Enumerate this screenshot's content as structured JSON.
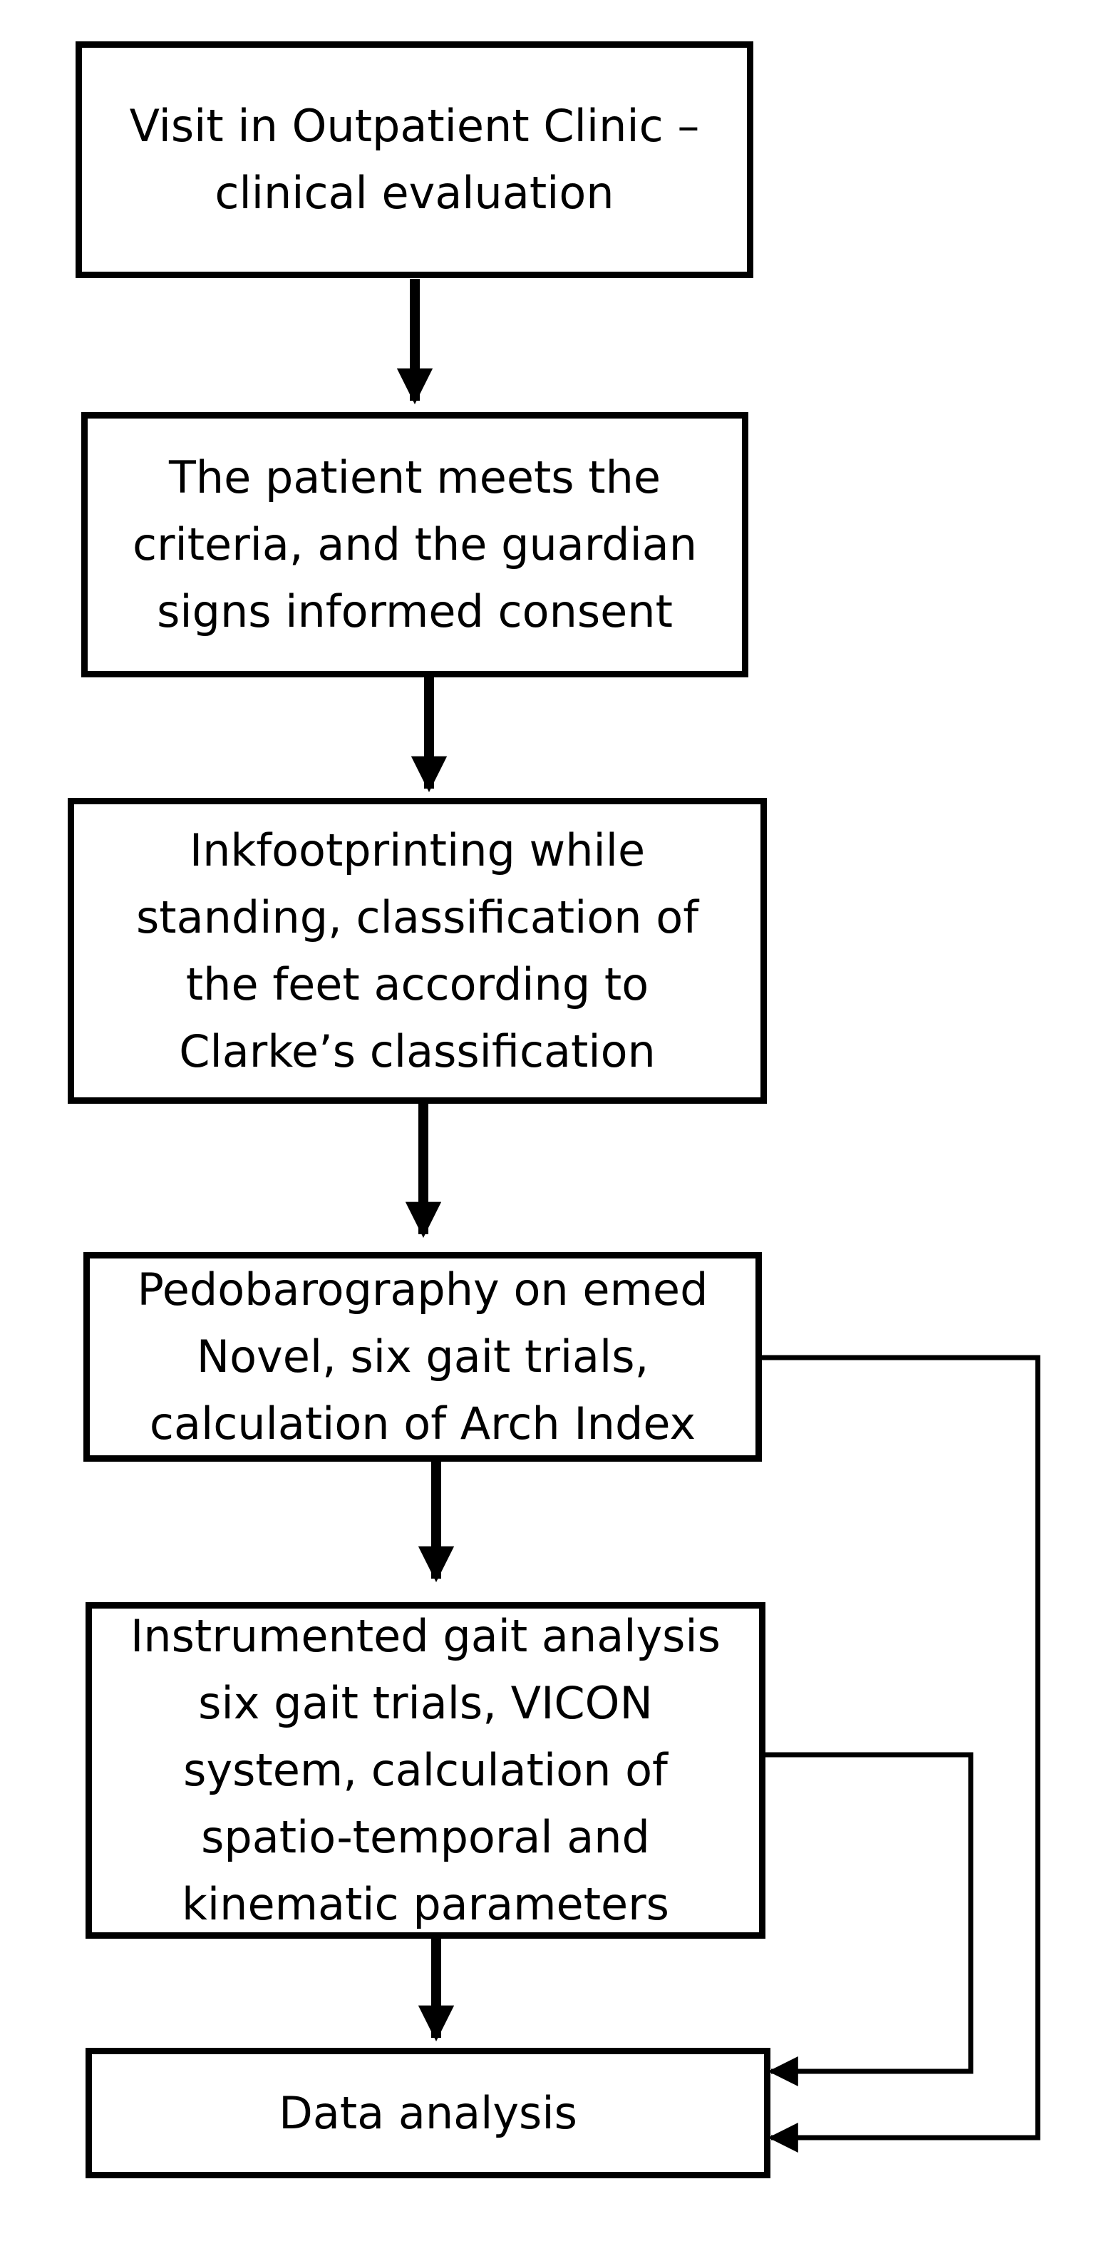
{
  "diagram": {
    "type": "flowchart",
    "steps": [
      {
        "id": "visit",
        "lines": [
          "Visit in Outpatient Clinic –",
          "clinical evaluation"
        ]
      },
      {
        "id": "criteria",
        "lines": [
          "The patient meets the",
          "criteria, and the guardian",
          "signs informed consent"
        ]
      },
      {
        "id": "inkfootprinting",
        "lines": [
          "Inkfootprinting while",
          "standing, classification of",
          "the feet according to",
          "Clarke’s classification"
        ]
      },
      {
        "id": "pedobarography",
        "lines": [
          "Pedobarography on emed",
          "Novel, six gait trials,",
          "calculation of Arch Index"
        ]
      },
      {
        "id": "gait-analysis",
        "lines": [
          "Instrumented gait analysis",
          "six gait trials, VICON",
          "system, calculation of",
          "spatio-temporal and",
          "kinematic parameters"
        ]
      },
      {
        "id": "data-analysis",
        "lines": [
          "Data analysis"
        ]
      }
    ],
    "connections": [
      {
        "from": "visit",
        "to": "criteria"
      },
      {
        "from": "criteria",
        "to": "inkfootprinting"
      },
      {
        "from": "inkfootprinting",
        "to": "pedobarography"
      },
      {
        "from": "pedobarography",
        "to": "gait-analysis"
      },
      {
        "from": "gait-analysis",
        "to": "data-analysis"
      },
      {
        "from": "gait-analysis",
        "to": "data-analysis",
        "route": "side"
      },
      {
        "from": "pedobarography",
        "to": "data-analysis",
        "route": "side"
      }
    ]
  }
}
